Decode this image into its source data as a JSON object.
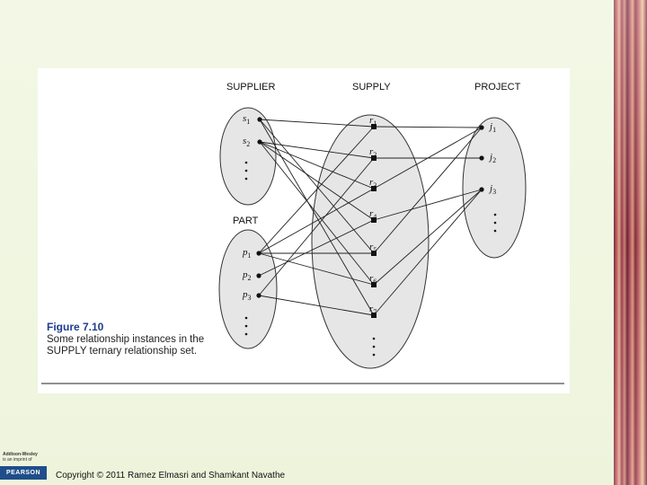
{
  "labels": {
    "supplier": "SUPPLIER",
    "supply": "SUPPLY",
    "project": "PROJECT",
    "part": "PART"
  },
  "suppliers": [
    {
      "base": "s",
      "sub": "1"
    },
    {
      "base": "s",
      "sub": "2"
    }
  ],
  "parts": [
    {
      "base": "p",
      "sub": "1"
    },
    {
      "base": "p",
      "sub": "2"
    },
    {
      "base": "p",
      "sub": "3"
    }
  ],
  "projects": [
    {
      "base": "j",
      "sub": "1"
    },
    {
      "base": "j",
      "sub": "2"
    },
    {
      "base": "j",
      "sub": "3"
    }
  ],
  "relationships": [
    {
      "base": "r",
      "sub": "1"
    },
    {
      "base": "r",
      "sub": "2"
    },
    {
      "base": "r",
      "sub": "3"
    },
    {
      "base": "r",
      "sub": "4"
    },
    {
      "base": "r",
      "sub": "5"
    },
    {
      "base": "r",
      "sub": "6"
    },
    {
      "base": "r",
      "sub": "7"
    }
  ],
  "relationship_instances": [
    {
      "r": "r1",
      "supplier": "s1",
      "part": "p1",
      "project": "j1"
    },
    {
      "r": "r2",
      "supplier": "s2",
      "part": "p3",
      "project": "j2"
    },
    {
      "r": "r3",
      "supplier": "s2",
      "part": "p1",
      "project": "j1"
    },
    {
      "r": "r4",
      "supplier": "s2",
      "part": "p2",
      "project": "j3"
    },
    {
      "r": "r5",
      "supplier": "s1",
      "part": "p1",
      "project": "j1"
    },
    {
      "r": "r6",
      "supplier": "s2",
      "part": "p1",
      "project": "j3"
    },
    {
      "r": "r7",
      "supplier": "s1",
      "part": "p3",
      "project": "j3"
    }
  ],
  "caption": {
    "title": "Figure 7.10",
    "text": "Some relationship instances in the SUPPLY ternary relationship set."
  },
  "footer": {
    "publisher_line1": "Addison-Wesley",
    "publisher_line2": "is an imprint of",
    "logo_text": "PEARSON",
    "copyright": "Copyright © 2011 Ramez Elmasri and Shamkant Navathe"
  },
  "colors": {
    "ellipse_fill": "#e6e6e6",
    "caption_title": "#1d3d8e",
    "logo_bg": "#1f4e8a"
  }
}
